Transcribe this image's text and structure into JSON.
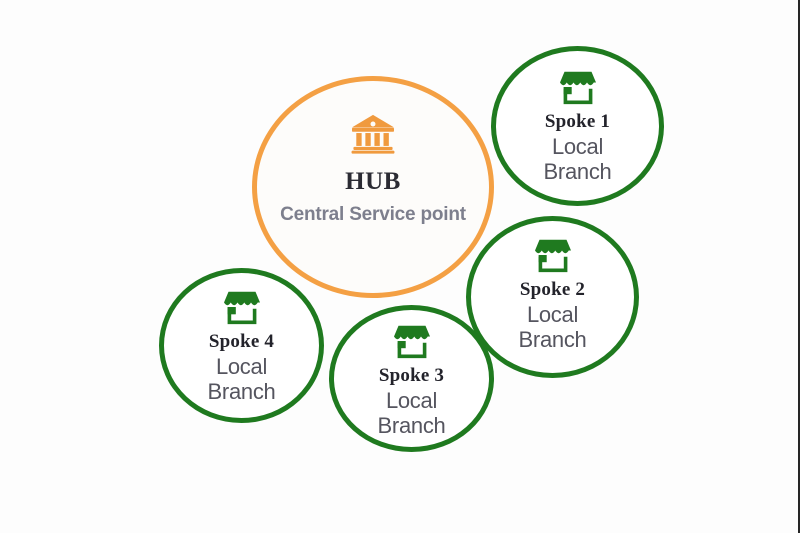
{
  "diagram": {
    "background_color": "#fdfdfd",
    "hub": {
      "icon": "bank-institution-icon",
      "icon_color": "#f09a3e",
      "border_color": "#f4a044",
      "fill_color": "#fdfcfa",
      "title": "HUB",
      "subtitle": "Central Service point"
    },
    "spokes": [
      {
        "icon": "storefront-icon",
        "icon_color": "#1f7a1f",
        "border_color": "#1f7a1f",
        "fill_color": "#ffffff",
        "title": "Spoke 1",
        "line1": "Local",
        "line2": "Branch"
      },
      {
        "icon": "storefront-icon",
        "icon_color": "#1f7a1f",
        "border_color": "#1f7a1f",
        "fill_color": "#ffffff",
        "title": "Spoke 2",
        "line1": "Local",
        "line2": "Branch"
      },
      {
        "icon": "storefront-icon",
        "icon_color": "#1f7a1f",
        "border_color": "#1f7a1f",
        "fill_color": "#ffffff",
        "title": "Spoke 3",
        "line1": "Local",
        "line2": "Branch"
      },
      {
        "icon": "storefront-icon",
        "icon_color": "#1f7a1f",
        "border_color": "#1f7a1f",
        "fill_color": "#ffffff",
        "title": "Spoke 4",
        "line1": "Local",
        "line2": "Branch"
      }
    ]
  }
}
